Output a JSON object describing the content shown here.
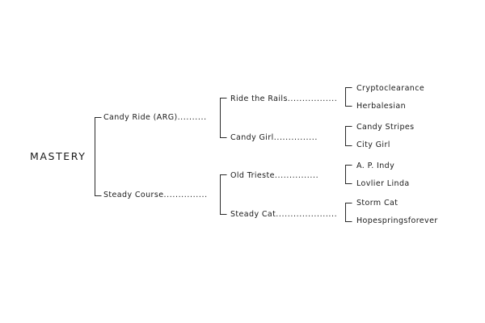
{
  "subject": "MASTERY",
  "sire": {
    "name": "Candy Ride (ARG)",
    "sire": {
      "name": "Ride the Rails",
      "sire": "Cryptoclearance",
      "dam": "Herbalesian"
    },
    "dam": {
      "name": "Candy Girl",
      "sire": "Candy Stripes",
      "dam": "City Girl"
    }
  },
  "dam": {
    "name": "Steady Course",
    "sire": {
      "name": "Old Trieste",
      "sire": "A. P. Indy",
      "dam": "Lovlier Linda"
    },
    "dam": {
      "name": "Steady Cat",
      "sire": "Storm Cat",
      "dam": "Hopespringsforever"
    }
  }
}
